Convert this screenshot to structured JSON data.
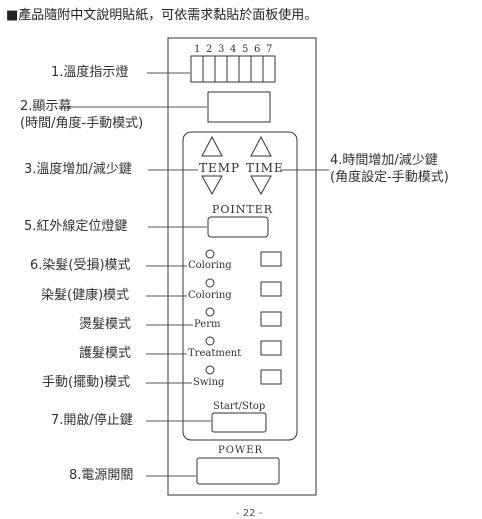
{
  "header": "■產品隨附中文說明貼紙，可依需求黏貼於面板使用。",
  "temp_leds": [
    "1",
    "2",
    "3",
    "4",
    "5",
    "6",
    "7"
  ],
  "callouts": {
    "temp_indicator": "1.溫度指示燈",
    "display_line1": "2.顯示幕",
    "display_line2": "(時間/角度-手動模式)",
    "temp_keys": "3.溫度增加/減少鍵",
    "time_keys_line1": "4.時間增加/減少鍵",
    "time_keys_line2": "(角度設定-手動模式)",
    "pointer_key": "5.紅外線定位燈鍵",
    "coloring_damaged": "6.染髮(受損)模式",
    "coloring_healthy": "染髮(健康)模式",
    "perm_mode": "燙髮模式",
    "treatment_mode": "護髮模式",
    "swing_mode": "手動(擺動)模式",
    "start_stop_key": "7.開啟/停止鍵",
    "power_switch": "8.電源開關"
  },
  "panel": {
    "temp": "TEMP",
    "time": "TIME",
    "pointer": "POINTER",
    "coloring1": "Coloring",
    "coloring2": "Coloring",
    "perm": "Perm",
    "treatment": "Treatment",
    "swing": "Swing",
    "start_stop": "Start/Stop",
    "power": "POWER"
  },
  "footer": "- 22 -"
}
